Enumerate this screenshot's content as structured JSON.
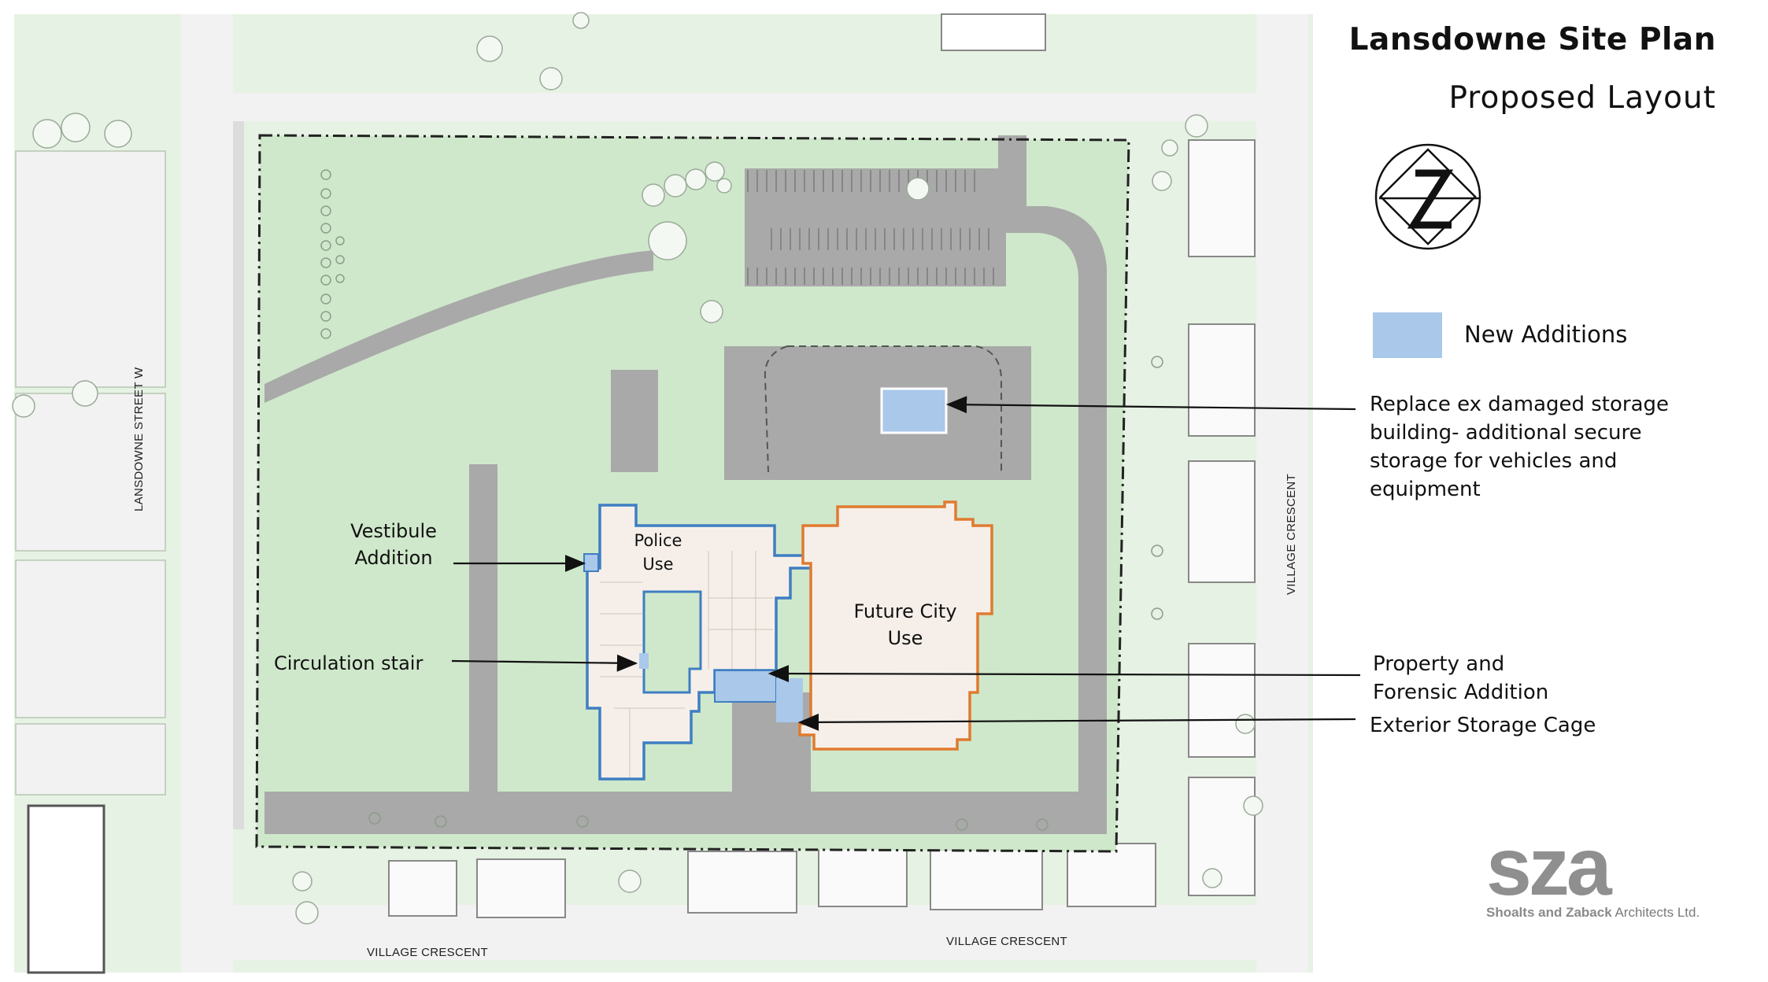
{
  "title": "Lansdowne Site Plan",
  "subtitle": "Proposed Layout",
  "legend": {
    "label": "New Additions",
    "color": "#a9c8ea"
  },
  "colors": {
    "site": "#cfe8cb",
    "surround": "#e6f2e3",
    "road": "#a9a9a9",
    "street": "#f1f1f1",
    "existing_outline": "#3f7ec2",
    "future_outline": "#e07a30",
    "building_fill": "#f6efe9"
  },
  "labels": {
    "vestibule_l1": "Vestibule",
    "vestibule_l2": "Addition",
    "circulation": "Circulation stair",
    "police_l1": "Police",
    "police_l2": "Use",
    "future_l1": "Future City",
    "future_l2": "Use"
  },
  "notes": {
    "storage_l1": "Replace ex damaged storage",
    "storage_l2": "building- additional secure",
    "storage_l3": "storage for vehicles and",
    "storage_l4": "equipment",
    "property_l1": "Property and",
    "property_l2": "Forensic  Addition",
    "cage": "Exterior Storage Cage"
  },
  "streets": {
    "west": "LANSDOWNE STREET W",
    "east": "VILLAGE CRESCENT",
    "south_left": "VILLAGE CRESCENT",
    "south_right": "VILLAGE CRESCENT"
  },
  "logo": {
    "mark": "sza",
    "firm_bold": "Shoalts and Zaback",
    "firm_rest": " Architects Ltd."
  },
  "icons": {
    "north_arrow": "north-arrow-icon"
  }
}
